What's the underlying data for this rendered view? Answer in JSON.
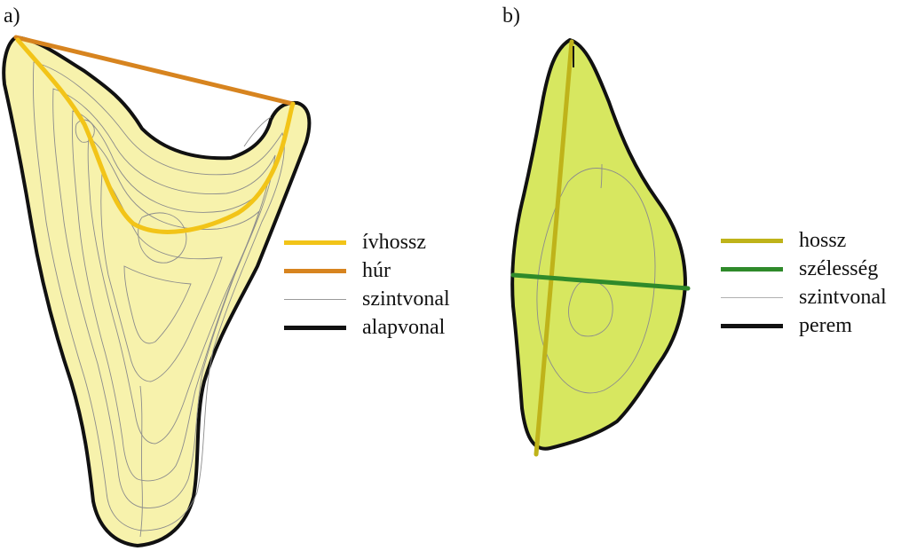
{
  "panel_a": {
    "label": "a)",
    "legend": [
      {
        "key": "ivhossz",
        "text": "ívhossz",
        "color": "#f2c418",
        "style": "thick"
      },
      {
        "key": "hur",
        "text": "húr",
        "color": "#d7841f",
        "style": "thick"
      },
      {
        "key": "szintvonal",
        "text": "szintvonal",
        "color": "#9a9a9a",
        "style": "thin"
      },
      {
        "key": "alapvonal",
        "text": "alapvonal",
        "color": "#111111",
        "style": "thick"
      }
    ],
    "colors": {
      "fill": "#f7f2ac",
      "outline": "#111111",
      "contour": "#8c8c8c"
    }
  },
  "panel_b": {
    "label": "b)",
    "legend": [
      {
        "key": "hossz",
        "text": "hossz",
        "color": "#bfb31a",
        "style": "thick"
      },
      {
        "key": "szelesseg",
        "text": "szélesség",
        "color": "#2f8a2a",
        "style": "thick"
      },
      {
        "key": "szintvonal",
        "text": "szintvonal",
        "color": "#b0b0b0",
        "style": "thin"
      },
      {
        "key": "perem",
        "text": "perem",
        "color": "#111111",
        "style": "thick"
      }
    ],
    "colors": {
      "fill": "#d7e760",
      "outline": "#111111",
      "contour": "#8c8c8c"
    }
  }
}
